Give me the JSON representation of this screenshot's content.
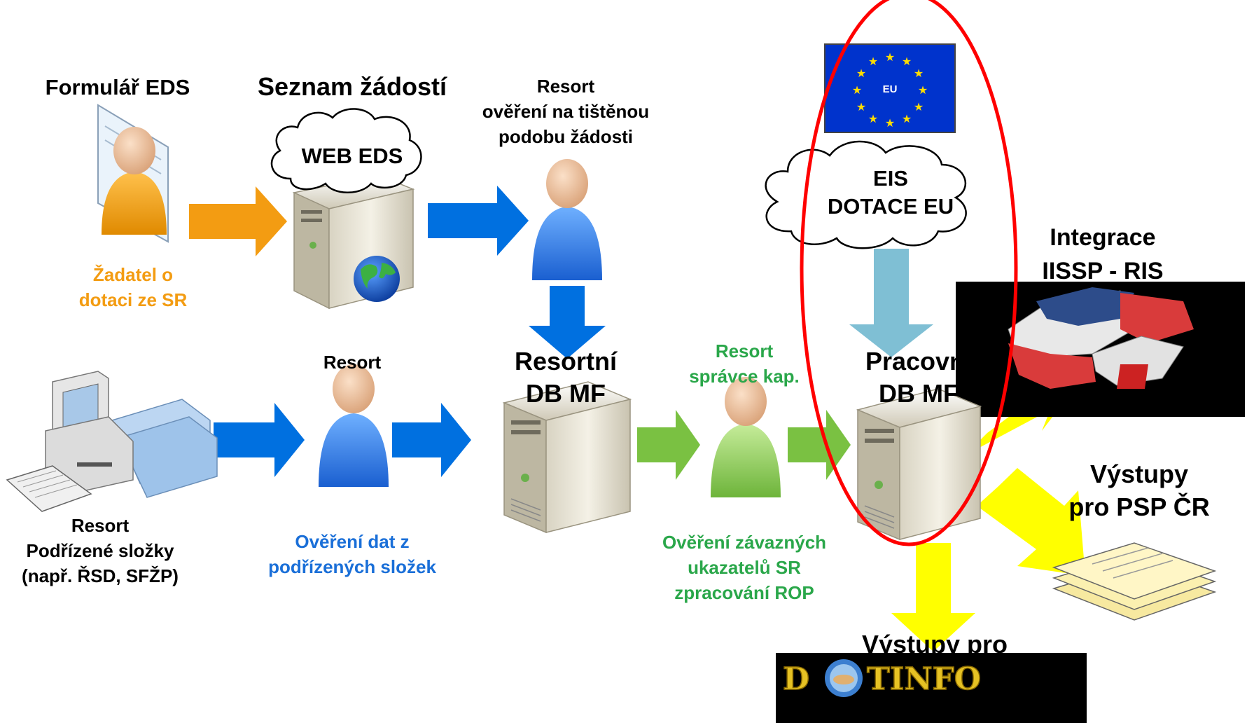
{
  "colors": {
    "orange": "#f39c12",
    "blue": "#0070e0",
    "blue_text": "#1a6fd8",
    "green": "#7ac142",
    "green_text": "#2aa74a",
    "yellow": "#ffff00",
    "light_blue": "#7fbfd4",
    "red": "#ff0000",
    "black": "#000000",
    "eu_blue": "#0033cc",
    "eu_star": "#ffdd00"
  },
  "icons": {
    "applicant_form": "person-with-document-icon",
    "web_server": "server-with-globe-icon",
    "resort_check_person": "person-icon",
    "pc": "desktop-computer-icon",
    "resort_person": "person-icon",
    "resort_db_server": "server-icon",
    "admin_person": "person-icon",
    "work_db_server": "server-icon",
    "eu_flag": "eu-flag-icon",
    "puzzle": "puzzle-icon",
    "documents": "document-stack-icon",
    "dotinfo_logo": "dotinfo-logo-icon"
  },
  "labels": {
    "formular_eds": "Formulář EDS",
    "zadatel_l1": "Žadatel o",
    "zadatel_l2": "dotaci ze SR",
    "seznam_zadosti": "Seznam žádostí",
    "web_eds": "WEB EDS",
    "resort_top_l1": "Resort",
    "resort_top_l2": "ověření na tištěnou",
    "resort_top_l3": "podobu žádosti",
    "eu_flag_text": "EU",
    "eis_l1": "EIS",
    "eis_l2": "DOTACE EU",
    "integrace_l1": "Integrace",
    "integrace_l2": "IISSP - RIS",
    "resort_pc_l1": "Resort",
    "resort_pc_l2": "Podřízené složky",
    "resort_pc_l3": "(např. ŘSD, SFŽP)",
    "resort_mid": "Resort",
    "overeni_dat_l1": "Ověření dat z",
    "overeni_dat_l2": "podřízených složek",
    "resortni_db_l1": "Resortní",
    "resortni_db_l2": "DB MF",
    "spravce_l1": "Resort",
    "spravce_l2": "správce kap.",
    "overeni_zav_l1": "Ověření závazných",
    "overeni_zav_l2": "ukazatelů SR",
    "overeni_zav_l3": "zpracování ROP",
    "pracovni_db_l1": "Pracovní",
    "pracovni_db_l2": "DB MF",
    "vystupy_psp_l1": "Výstupy",
    "vystupy_psp_l2": "pro PSP ČR",
    "vystupy_pro": "Výstupy pro",
    "dotinfo_d": "D",
    "dotinfo_rest": "TINFO"
  }
}
